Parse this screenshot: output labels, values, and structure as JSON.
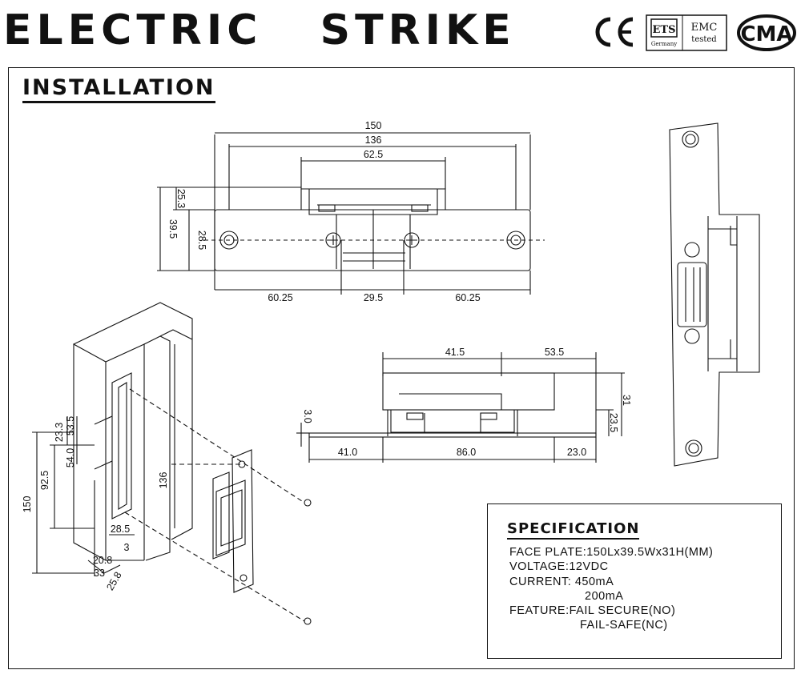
{
  "header": {
    "title": "ELECTRIC   STRIKE",
    "logos": {
      "ce": "CE",
      "ets_top": "ETS",
      "ets_sub": "Germany",
      "emc_top": "EMC",
      "emc_sub": "tested",
      "cma": "CMA"
    }
  },
  "section_title": "INSTALLATION",
  "top_view": {
    "dims": {
      "overall": "150",
      "inner": "136",
      "body": "62.5",
      "h_outer": "39.5",
      "h_mid": "25.3",
      "h_inner": "28.5",
      "left": "60.25",
      "center": "29.5",
      "right": "60.25"
    }
  },
  "side_view": {
    "dims": {
      "top_left": "41.5",
      "top_right": "53.5",
      "height_total": "31",
      "height_body": "23.5",
      "plate": "3.0",
      "bottom_left": "41.0",
      "bottom_mid": "86.0",
      "bottom_right": "23.0"
    }
  },
  "door_view": {
    "dims": {
      "d150": "150",
      "d925": "92.5",
      "d233": "23.3",
      "d535": "53.5",
      "d540": "54.0",
      "d136": "136",
      "d285": "28.5",
      "d3": "3",
      "d208": "20.8",
      "d33": "33",
      "d258": "25.8"
    }
  },
  "specification": {
    "title": "SPECIFICATION",
    "lines": [
      "FACE PLATE:150Lx39.5Wx31H(MM)",
      "VOLTAGE:12VDC",
      "CURRENT: 450mA",
      "200mA",
      "FEATURE:FAIL SECURE(NO)",
      "FAIL-SAFE(NC)"
    ]
  }
}
